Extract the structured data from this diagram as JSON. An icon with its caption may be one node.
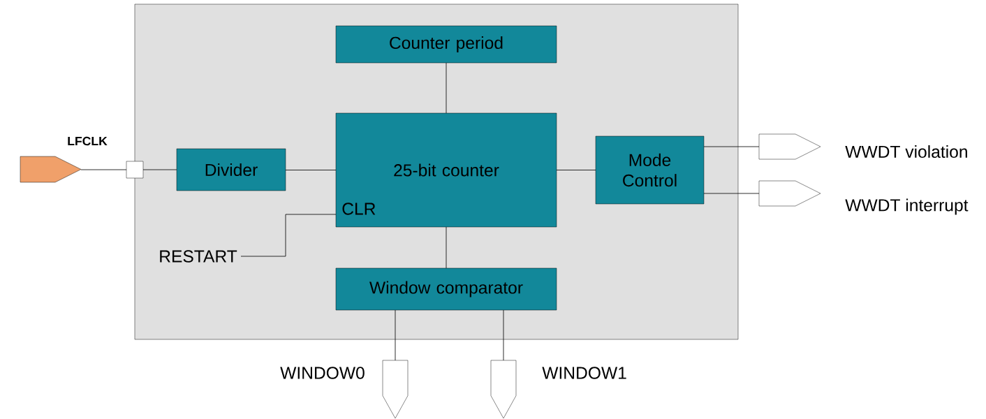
{
  "diagram": {
    "nodes": [
      {
        "text": [],
        "shape": "box"
      },
      {
        "text": [
          "Counter period"
        ],
        "in": 0
      },
      {
        "text": [
          "25-bit counter",
          "CLR"
        ],
        "in": 0
      },
      {
        "text": [
          "Divider"
        ],
        "in": 0
      },
      {
        "text": [
          "Mode Control"
        ],
        "in": 0
      },
      {
        "text": [
          "Window comparator"
        ],
        "in": 0
      },
      {
        "text": [],
        "shape": "pentagon",
        "beside": [
          "LFCLK"
        ]
      },
      {
        "text": [],
        "shape": "box"
      },
      {
        "text": [
          "RESTART"
        ],
        "in": 0
      },
      {
        "text": [],
        "shape": "pentagon",
        "beside": [
          "WWDT violation"
        ]
      },
      {
        "text": [],
        "shape": "pentagon",
        "beside": [
          "WWDT interrupt"
        ]
      },
      {
        "text": [],
        "shape": "pentagon",
        "beside": [
          "WINDOW0"
        ]
      },
      {
        "text": [],
        "shape": "pentagon",
        "beside": [
          "WINDOW1"
        ]
      }
    ],
    "edges": [
      {
        "from": 6,
        "to": 7,
        "arrow": "none"
      },
      {
        "from": 7,
        "to": 3,
        "arrow": "none"
      },
      {
        "from": 3,
        "to": 2,
        "arrow": "none"
      },
      {
        "from": 1,
        "to": 2,
        "arrow": "none"
      },
      {
        "from": 2,
        "to": 4,
        "arrow": "none"
      },
      {
        "from": 2,
        "to": 5,
        "arrow": "none"
      },
      {
        "from": 8,
        "to": 2,
        "arrow": "none"
      },
      {
        "from": 4,
        "to": 9,
        "arrow": "none"
      },
      {
        "from": 4,
        "to": 10,
        "arrow": "none"
      },
      {
        "from": 5,
        "to": 11,
        "arrow": "none"
      },
      {
        "from": 5,
        "to": 12,
        "arrow": "none"
      }
    ]
  }
}
